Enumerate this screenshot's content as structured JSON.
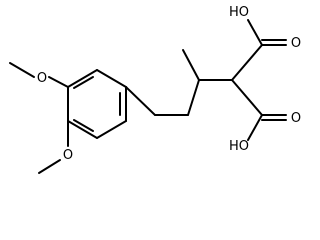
{
  "structure": {
    "atom_labels": {
      "oh_top": "HO",
      "o_top": "O",
      "oh_bottom": "HO",
      "o_bottom": "O",
      "o_methoxy_4": "O",
      "o_methoxy_3": "O"
    },
    "colors": {
      "bond": "#000000",
      "label": "#000000",
      "background": "#ffffff"
    }
  }
}
